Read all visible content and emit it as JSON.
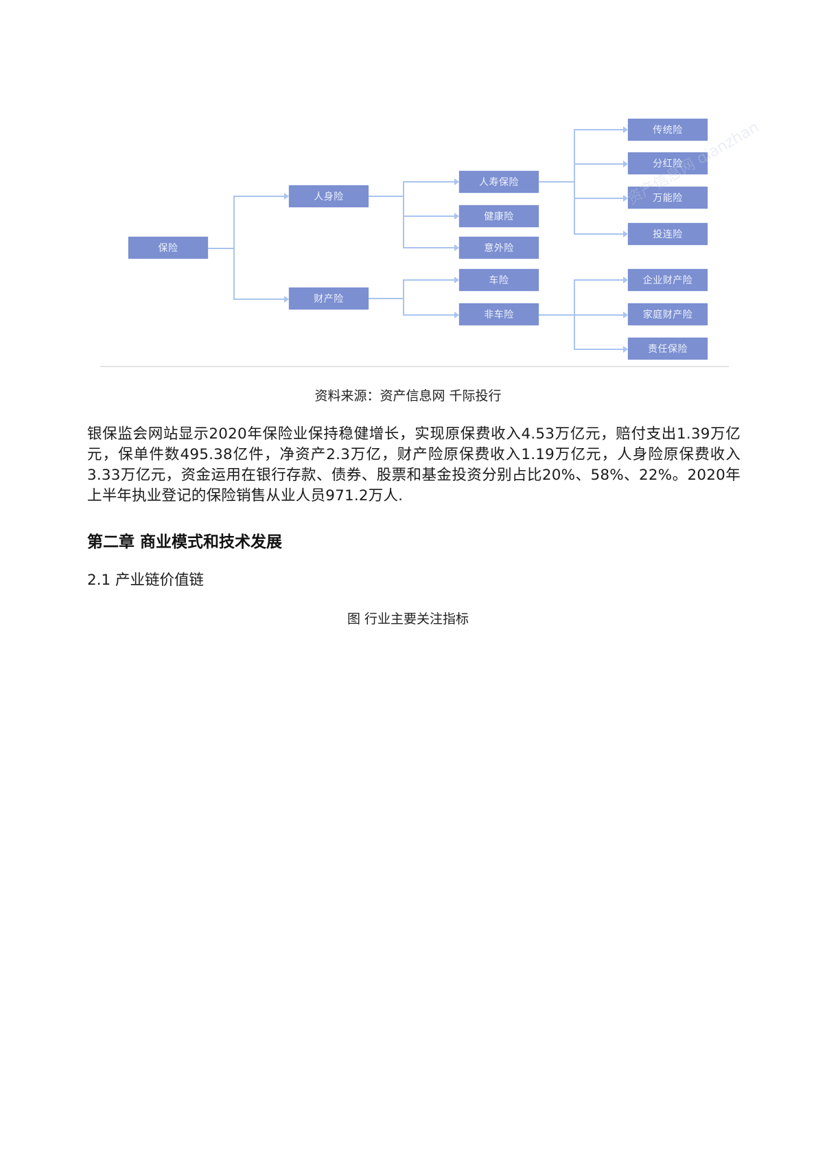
{
  "diagram": {
    "root": "保险",
    "level1": [
      "人身险",
      "财产险"
    ],
    "life_children": [
      "人寿保险",
      "健康险",
      "意外险"
    ],
    "property_children": [
      "车险",
      "非车险"
    ],
    "life_insurance_children": [
      "传统险",
      "分红险",
      "万能险",
      "投连险"
    ],
    "non_auto_children": [
      "企业财产险",
      "家庭财产险",
      "责任保险"
    ],
    "colors": {
      "node_fill": "#7b8fd1",
      "connector": "#a9c4ee"
    },
    "watermark": "资产信息网 qianzhan"
  },
  "source_caption": "资料来源：资产信息网 千际投行",
  "paragraph": "银保监会网站显示2020年保险业保持稳健增长，实现原保费收入4.53万亿元，赔付支出1.39万亿元，保单件数495.38亿件，净资产2.3万亿，财产险原保费收入1.19万亿元，人身险原保费收入3.33万亿元，资金运用在银行存款、债券、股票和基金投资分别占比20%、58%、22%。2020年上半年执业登记的保险销售从业人员971.2万人.",
  "chapter_heading": "第二章 商业模式和技术发展",
  "section_heading": "2.1 产业链价值链",
  "figure_caption": "图 行业主要关注指标"
}
